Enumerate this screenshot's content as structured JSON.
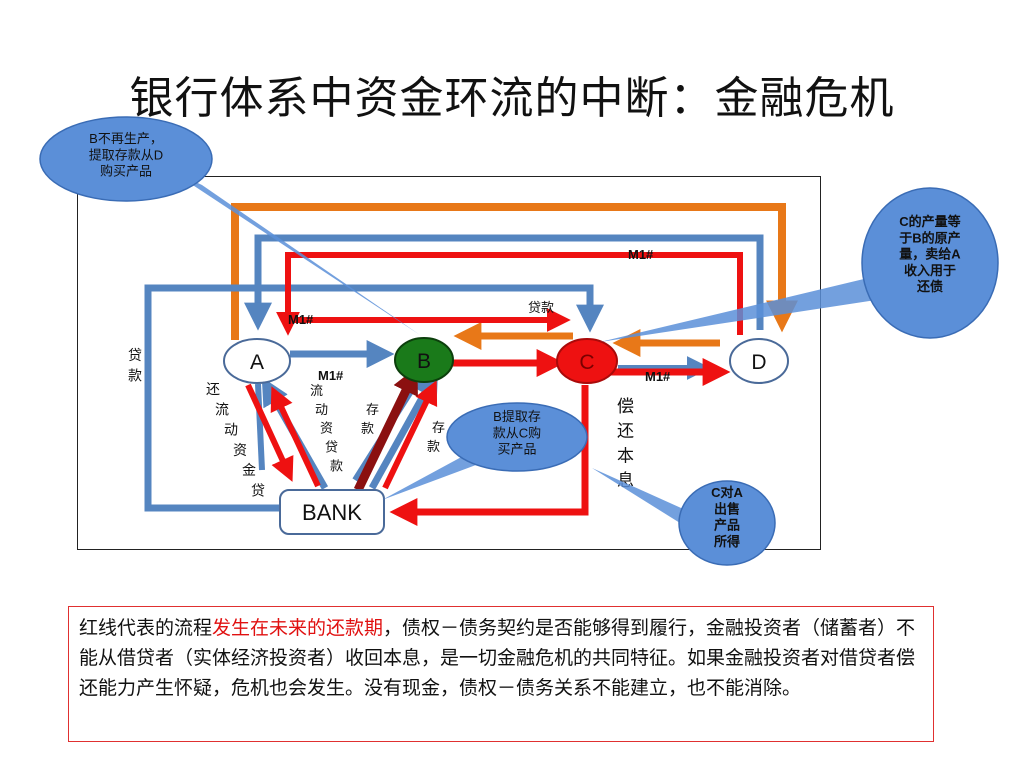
{
  "title": "银行体系中资金环流的中断：金融危机",
  "nodes": {
    "a": "A",
    "b": "B",
    "c": "C",
    "d": "D",
    "bank": "BANK"
  },
  "callouts": {
    "b_stop": [
      "B不再生产，",
      "提取存款从D",
      "购买产品"
    ],
    "c_output": [
      "C的产量等",
      "于B的原产",
      "量，卖给A",
      "收入用于",
      "还债"
    ],
    "b_withdraw": [
      "B提取存",
      "款从C购",
      "买产品"
    ],
    "c_to_a": [
      "C对A",
      "出售",
      "产品",
      "所得"
    ]
  },
  "labels": {
    "m1_top": "M1#",
    "m1_left": "M1#",
    "m1_ab": "M1#",
    "m1_cd": "M1#",
    "loan_top": "贷款",
    "loan_left": "贷款",
    "repay_working_capital": "还流动资金贷",
    "working_capital_loan": "流动资贷款",
    "deposit": "存款",
    "deposit_withdraw": "存款",
    "repay_principal_interest": "偿还本息"
  },
  "caption": {
    "before": "红线代表的流程",
    "highlight": "发生在未来的还款期",
    "after": "，债权－债务契约是否能够得到履行，金融投资者（储蓄者）不能从借贷者（实体经济投资者）收回本息，是一切金融危机的共同特征。如果金融投资者对借贷者偿还能力产生怀疑，危机也会发生。没有现金，债权－债务关系不能建立，也不能消除。"
  },
  "colors": {
    "red": "#ee1111",
    "orange": "#e87818",
    "blue": "#5585c0",
    "dark_red": "#8b1010",
    "node_b": "#1a7a1a",
    "callout": "#5b8fd8"
  }
}
